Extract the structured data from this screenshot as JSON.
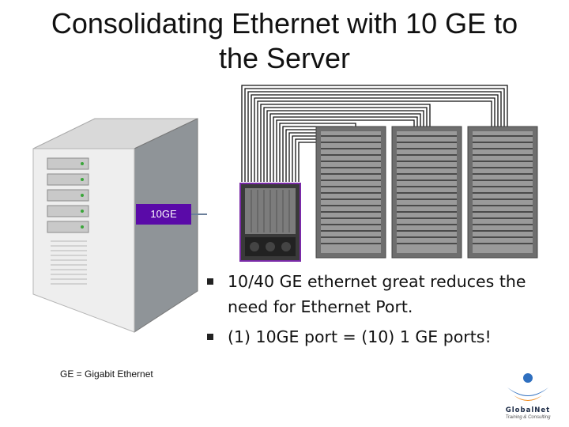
{
  "slide": {
    "title_line1": "Consolidating Ethernet with 10 GE to",
    "title_line2": "the Server",
    "link_label": "10GE",
    "bullets": [
      "10/40 GE ethernet great reduces the need for Ethernet Port.",
      "(1) 10GE port = (10) 1 GE ports!"
    ],
    "footnote": "GE = Gigabit Ethernet"
  },
  "logo": {
    "name": "GlobalNet",
    "tagline": "Training & Consulting"
  },
  "colors": {
    "link_label_bg": "#5a0aa8",
    "switch_border": "#7a2aa8",
    "logo_blue": "#2f6fbf",
    "logo_orange": "#f08a1c"
  }
}
